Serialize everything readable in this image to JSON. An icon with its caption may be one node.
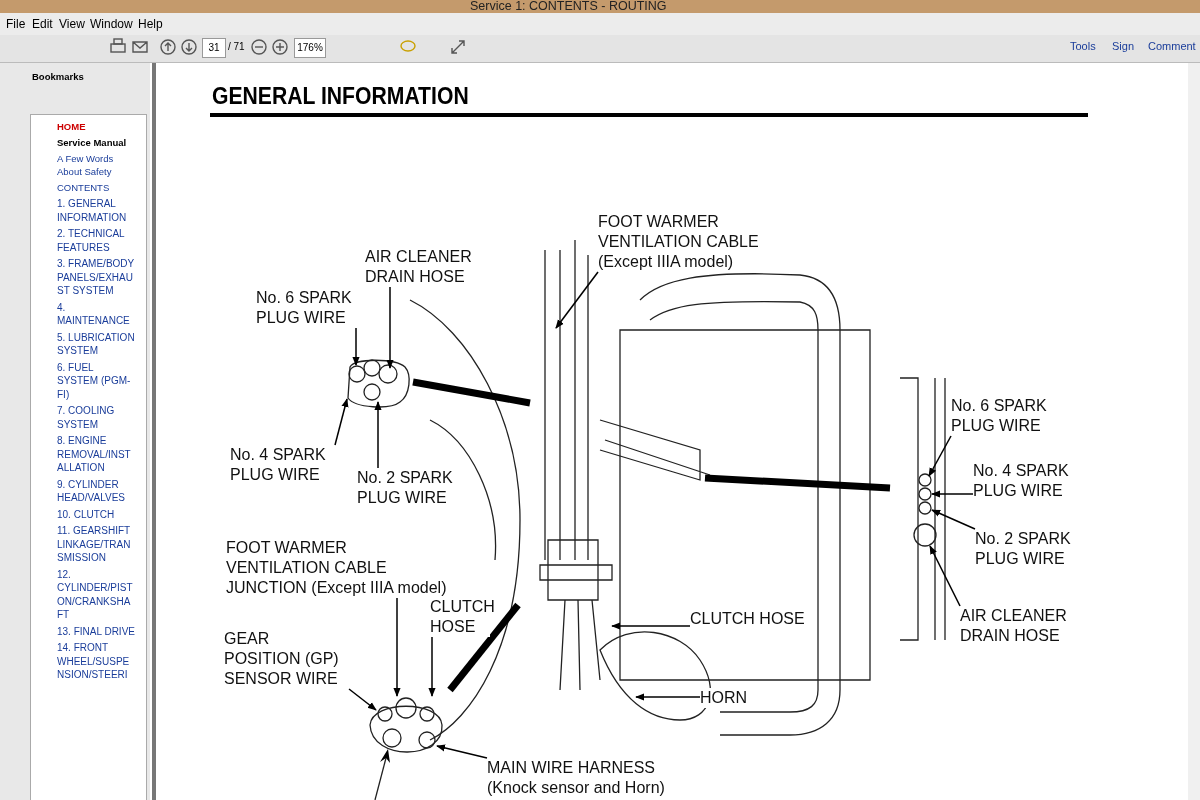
{
  "diagram": {
    "title": "GENERAL INFORMATION",
    "nodes": [
      {
        "text": [
          "AIR CLEANER DRAIN HOSE"
        ]
      },
      {
        "text": [
          "No. 6 SPARK PLUG WIRE"
        ]
      },
      {
        "text": [
          "No. 4 SPARK PLUG WIRE"
        ]
      },
      {
        "text": [
          "No. 2 SPARK PLUG WIRE"
        ]
      },
      {
        "text": [
          "FOOT WARMER VENTILATION CABLE (Except IIIA model)"
        ]
      },
      {
        "text": [
          "No. 6 SPARK PLUG WIRE"
        ]
      },
      {
        "text": [
          "No. 4 SPARK PLUG WIRE"
        ]
      },
      {
        "text": [
          "No. 2 SPARK PLUG WIRE"
        ]
      },
      {
        "text": [
          "AIR CLEANER DRAIN HOSE"
        ]
      },
      {
        "text": [
          "FOOT WARMER VENTILATION CABLE JUNCTION (Except IIIA model)"
        ]
      },
      {
        "text": [
          "GEAR POSITION (GP) SENSOR WIRE"
        ]
      },
      {
        "text": [
          "CLUTCH HOSE"
        ]
      },
      {
        "text": [
          "CLUTCH HOSE"
        ]
      },
      {
        "text": [
          "HORN"
        ]
      },
      {
        "text": [
          "MAIN WIRE HARNESS (Knock sensor and Horn)"
        ]
      }
    ],
    "edges": [
      {
        "from": 0,
        "to": null,
        "arrow": "to"
      },
      {
        "from": 1,
        "to": null,
        "arrow": "to"
      },
      {
        "from": 2,
        "to": null,
        "arrow": "to"
      },
      {
        "from": 3,
        "to": null,
        "arrow": "to"
      },
      {
        "from": 4,
        "to": null,
        "arrow": "to"
      },
      {
        "from": 5,
        "to": null,
        "arrow": "to"
      },
      {
        "from": 6,
        "to": null,
        "arrow": "to"
      },
      {
        "from": 7,
        "to": null,
        "arrow": "to"
      },
      {
        "from": 8,
        "to": null,
        "arrow": "to"
      },
      {
        "from": 9,
        "to": null,
        "arrow": "to"
      },
      {
        "from": 10,
        "to": null,
        "arrow": "to"
      },
      {
        "from": 11,
        "to": null,
        "arrow": "to"
      },
      {
        "from": 12,
        "to": null,
        "arrow": "to"
      },
      {
        "from": 13,
        "to": null,
        "arrow": "to"
      },
      {
        "from": 14,
        "to": null,
        "arrow": "to"
      }
    ],
    "labels": [
      "Service 1: CONTENTS - ROUTING",
      "File",
      "Edit",
      "View",
      "Window",
      "Help",
      "31",
      "/ 71",
      "176%",
      "Tools",
      "Sign",
      "Comment",
      "Bookmarks",
      "HOME",
      "Service Manual",
      "A Few Words About Safety",
      "CONTENTS",
      "1. GENERAL INFORMATION",
      "2. TECHNICAL FEATURES",
      "3. FRAME/BODY PANELS/EXHAUST SYSTEM",
      "4. MAINTENANCE",
      "5. LUBRICATION SYSTEM",
      "6. FUEL SYSTEM (PGM-FI)",
      "7. COOLING SYSTEM",
      "8. ENGINE REMOVAL/INSTALLATION",
      "9. CYLINDER HEAD/VALVES",
      "10. CLUTCH",
      "11. GEARSHIFT LINKAGE/TRANSMISSION",
      "12. CYLINDER/PISTON/CRANKSHAFT",
      "13. FINAL DRIVE",
      "14. FRONT WHEEL/SUSPENSION/STEERI"
    ]
  }
}
